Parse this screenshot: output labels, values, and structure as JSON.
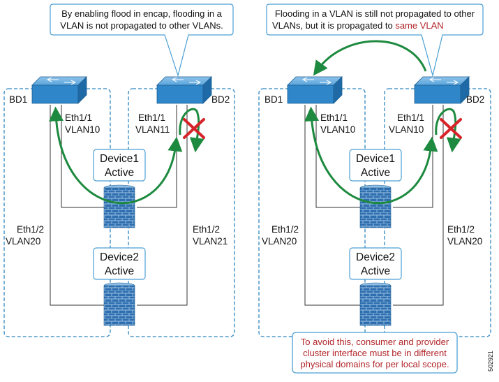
{
  "colors": {
    "dashed_border": "#2e86c1",
    "switch_blue": "#2f86c8",
    "flood_arrow": "#1d8a3f",
    "block_x": "#d6232a",
    "callout_border": "#4a9fd4",
    "red_text": "#b1252a",
    "firewall": "#2f6fb0"
  },
  "left_panel": {
    "callout_line1": "By enabling flood in encap, flooding in a",
    "callout_line2": "VLAN is not propagated to other VLANs.",
    "bd_left": "BD1",
    "bd_right": "BD2",
    "port_left_1": "Eth1/1",
    "port_left_2": "VLAN10",
    "port_right_1": "Eth1/1",
    "port_right_2": "VLAN11",
    "device1_line1": "Device1",
    "device1_line2": "Active",
    "lower_left_1": "Eth1/2",
    "lower_left_2": "VLAN20",
    "lower_right_1": "Eth1/2",
    "lower_right_2": "VLAN21",
    "device2_line1": "Device2",
    "device2_line2": "Active"
  },
  "right_panel": {
    "callout_line1": "Flooding in a VLAN is still not propagated to other",
    "callout_line2_a": "VLANs, but it is propagated to ",
    "callout_line2_b": "same VLAN",
    "bd_left": "BD1",
    "bd_right": "BD2",
    "port_left_1": "Eth1/1",
    "port_left_2": "VLAN10",
    "port_right_1": "Eth1/1",
    "port_right_2": "VLAN10",
    "device1_line1": "Device1",
    "device1_line2": "Active",
    "lower_left_1": "Eth1/2",
    "lower_left_2": "VLAN20",
    "lower_right_1": "Eth1/2",
    "lower_right_2": "VLAN20",
    "device2_line1": "Device2",
    "device2_line2": "Active",
    "note_line1": "To avoid this, consumer and provider",
    "note_line2": "cluster interface must be in different",
    "note_line3": "physical domains for per local scope."
  },
  "figure_id": "502921"
}
